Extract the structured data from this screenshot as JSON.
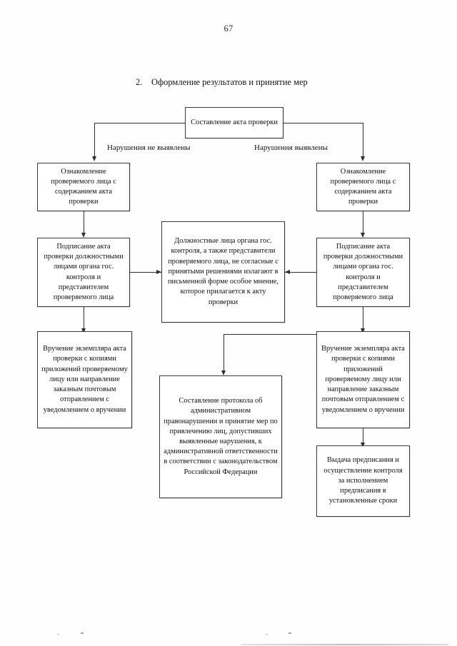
{
  "document": {
    "page_number": "67",
    "section": {
      "number": "2.",
      "title": "Оформление результатов и принятие мер"
    }
  },
  "flowchart": {
    "nodes": {
      "start": "Составление акта проверки",
      "left_review": "Ознакомление проверяемого лица с содержанием акта проверки",
      "right_review": "Ознакомление проверяемого лица с содержанием акта проверки",
      "left_sign": "Подписание акта проверки должностными лицами органа гос. контроля и представителем проверяемого лица",
      "right_sign": "Подписание акта проверки должностными лицами органа гос. контроля и представителем проверяемого лица",
      "dissent": "Должностные лица органа гос. контроля, а также представители проверяемого лица, не согласные с принятыми решениями излагают в письменной форме особое мнение, которое прилагается к акту проверки",
      "left_delivery": "Вручение экземпляра акта проверки с копиями приложений проверяемому лицу или направление заказным почтовым отправлением с уведомлением о вручении",
      "right_delivery": "Вручение экземпляра акта проверки с копиями приложений проверяемому лицу или направление заказным почтовым отправлением с уведомлением о вручении",
      "protocol": "Составление протокола об административном правонарушении и принятие мер по привлечению лиц, допустивших выявленные нарушения, к административной ответственности в соответствии с законодательством Российской Федерации",
      "prescription": "Выдача предписания и осуществление контроля за исполнением предписания в установленные сроки"
    },
    "branch_labels": {
      "left": "Нарушения не выявлены",
      "right": "Нарушения выявлены"
    }
  }
}
